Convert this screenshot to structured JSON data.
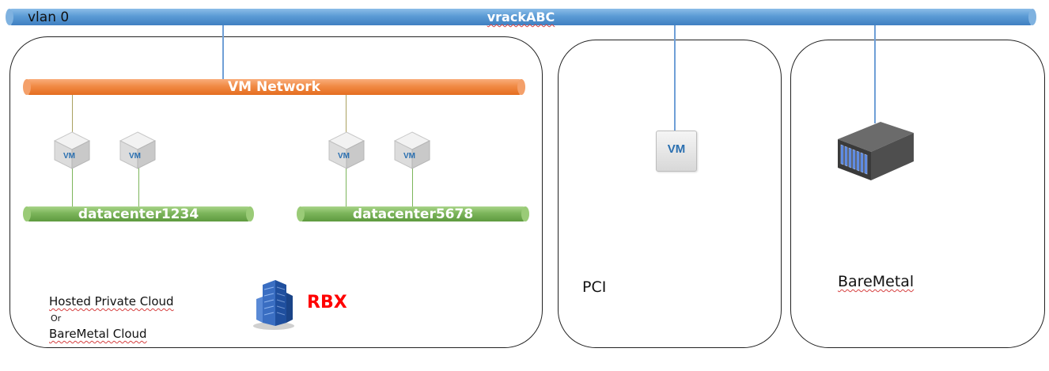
{
  "vrack": {
    "vlan_label": "vlan 0",
    "name": "vrackABC"
  },
  "vm_network": {
    "label": "VM Network"
  },
  "datacenters": [
    {
      "label": "datacenter1234"
    },
    {
      "label": "datacenter5678"
    }
  ],
  "hosted_box": {
    "title_line1": "Hosted Private Cloud",
    "title_or": "Or",
    "title_line3": "BareMetal Cloud",
    "site_label": "RBX"
  },
  "pci_box": {
    "label": "PCI",
    "vm_icon_text": "VM"
  },
  "baremetal_box": {
    "label": "BareMetal"
  },
  "vm_icons": [
    {
      "text": "VM"
    },
    {
      "text": "VM"
    },
    {
      "text": "VM"
    },
    {
      "text": "VM"
    }
  ],
  "colors": {
    "vrack": "#5b9bd5",
    "vm_network": "#f18a45",
    "datacenter": "#7cb55b",
    "rbx": "#ff0000",
    "border": "#222222"
  },
  "icons": [
    "vm-cube-icon",
    "building-icon",
    "server-icon"
  ]
}
